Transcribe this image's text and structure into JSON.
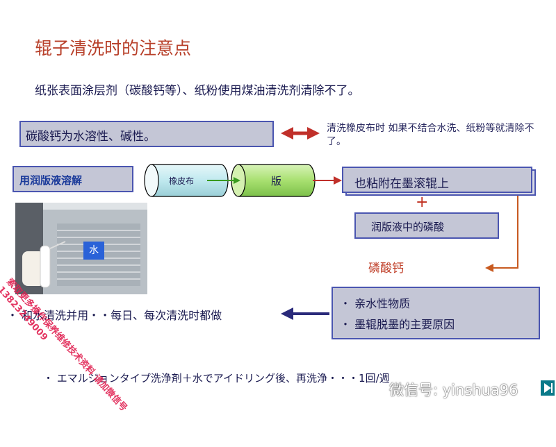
{
  "title": "辊子清洗时的注意点",
  "subtitle": "纸张表面涂层剂（碳酸钙等）、纸粉使用煤油清洗剂清除不了。",
  "box_calcium": "碳酸钙为水溶性、碱性。",
  "right_note": "清洗橡皮布时  如果不结合水洗、纸粉等就清除不了。",
  "box_fountain": "用润版液溶解",
  "cyl_blanket": "橡皮布",
  "cyl_plate": "版",
  "box_ink_roller": "也粘附在墨滚辊上",
  "plus_sign": "+",
  "box_phosphoric": "润版液中的磷酸",
  "calcium_phosphate": "磷酸钙",
  "result_items": [
    "亲水性物质",
    "墨辊脱墨的主要原因"
  ],
  "left_line": "和水清洗并用・・每日、每次清洗时都做",
  "bottom_line": "エマルジョンタイプ洗浄剤＋水でアイドリング後、再洗浄・・・1回/週",
  "photo_label": "水",
  "watermark": "索取更多操作保养维修技术资料 请加微信号13823249009",
  "wechat_id": "微信号: yinshua96",
  "colors": {
    "title": "#b8402a",
    "box_fill": "#c4c6d6",
    "box_border": "#4a55b0",
    "double_arrow": "#c0302a",
    "elbow_arrow": "#c85a20"
  }
}
